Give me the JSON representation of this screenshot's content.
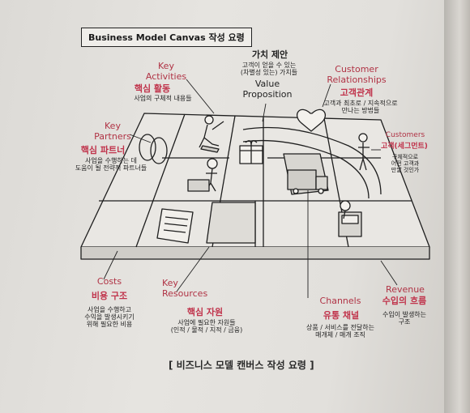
{
  "header": {
    "title": "Business Model Canvas 작성 요령"
  },
  "blocks": {
    "key_activities": {
      "en": "Key\nActivities",
      "ko": "핵심 활동",
      "desc": "사업의 구체적 내용들"
    },
    "value_proposition": {
      "ko": "가치 제안",
      "desc": "고객이 얻을 수 있는\n(차별성 있는) 가치들",
      "en": "Value\nProposition"
    },
    "customer_relationships": {
      "en": "Customer\nRelationships",
      "ko": "고객관계",
      "desc": "고객과 최초로 / 지속적으로\n만나는 방법들"
    },
    "key_partners": {
      "en": "Key\nPartners",
      "ko": "핵심 파트너",
      "desc": "사업을 수행하는 데\n도움이 될 전략적 파트너들"
    },
    "customers": {
      "en": "Customers",
      "ko": "고객(세그먼트)",
      "desc": "구체적으로\n어떤 고객과\n만날 것인가"
    },
    "costs": {
      "en": "Costs",
      "ko": "비용 구조",
      "desc": "사업을 수행하고\n수익을 발생시키기\n위해 필요한 비용"
    },
    "key_resources": {
      "en": "Key\nResources",
      "ko": "핵심 자원",
      "desc": "사업에 필요한 자원들\n(인적 / 물적 / 지적 / 금융)"
    },
    "channels": {
      "en": "Channels",
      "ko": "유통 채널",
      "desc": "상품 / 서비스를 전달하는\n매개체 / 매개 조직"
    },
    "revenue": {
      "en": "Revenue",
      "ko": "수입의 흐름",
      "desc": "수입이 발생하는\n구조"
    }
  },
  "caption": "[ 비즈니스 모델 캔버스 작성 요령 ]",
  "colors": {
    "accent": "#c0334b",
    "ink": "#222222"
  }
}
